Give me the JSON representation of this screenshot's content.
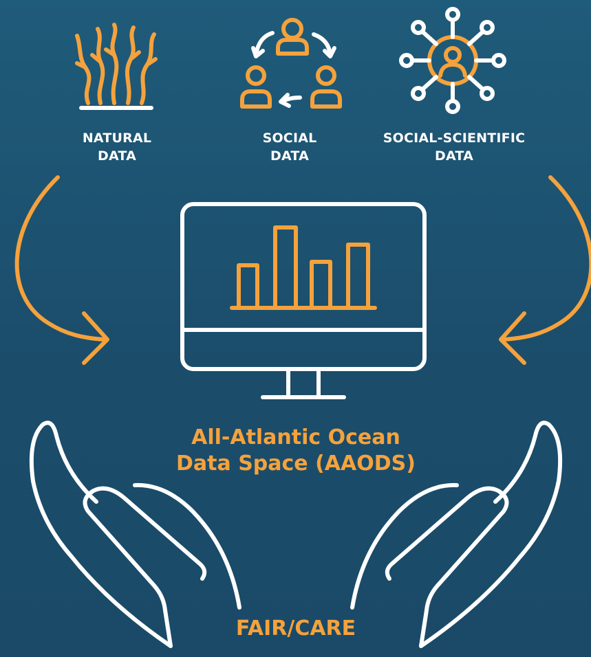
{
  "colors": {
    "background": "#1d5474",
    "accent": "#f5a23c",
    "line": "#ffffff"
  },
  "sources": [
    {
      "icon": "seaweed-icon",
      "line1": "NATURAL",
      "line2": "DATA"
    },
    {
      "icon": "people-cycle-icon",
      "line1": "SOCIAL",
      "line2": "DATA"
    },
    {
      "icon": "network-person-icon",
      "line1": "SOCIAL-SCIENTIFIC",
      "line2": "DATA"
    }
  ],
  "center": {
    "icon": "monitor-bar-chart-icon",
    "title_line1": "All-Atlantic Ocean",
    "title_line2": "Data Space (AAODS)"
  },
  "bottom": {
    "icon": "open-hands-icon",
    "label": "FAIR/CARE"
  }
}
